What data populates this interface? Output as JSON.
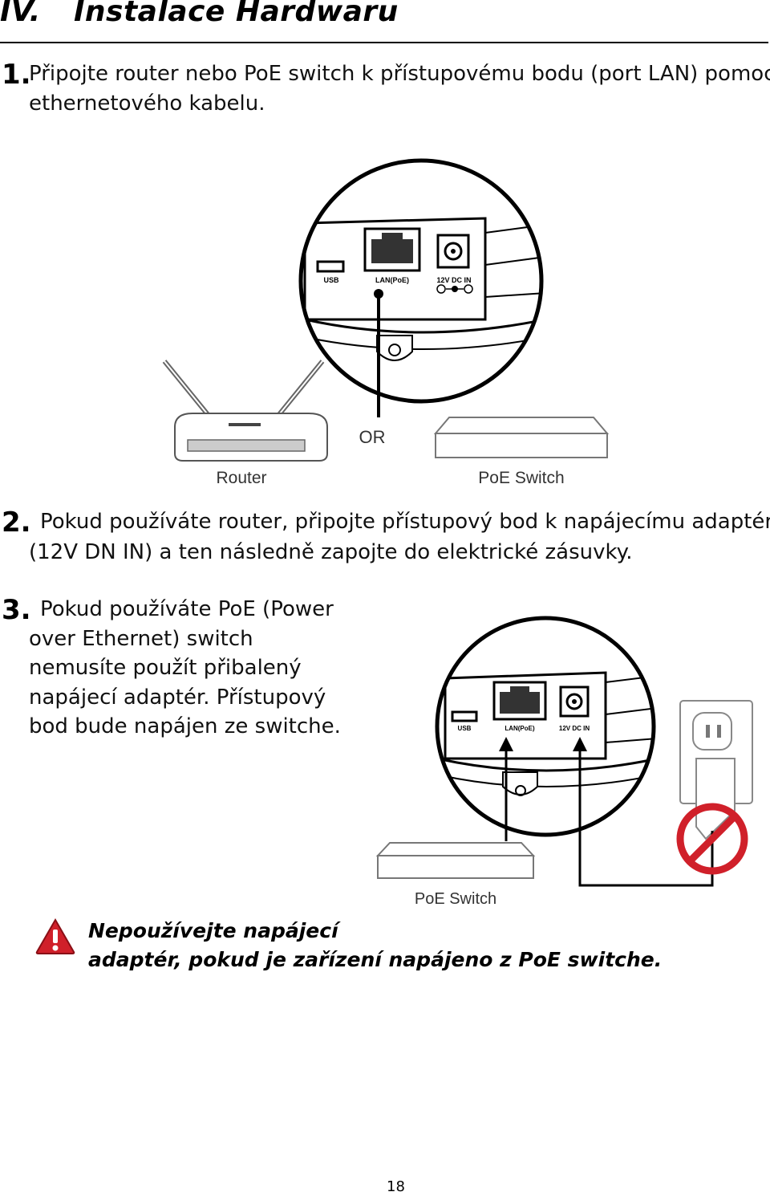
{
  "section": {
    "number": "IV.",
    "title": "Instalace Hardwaru"
  },
  "steps": [
    {
      "number": "1.",
      "lines": [
        "Připojte router nebo PoE switch k přístupovému bodu (port LAN) pomocí",
        "ethernetového kabelu."
      ]
    },
    {
      "number": "2.",
      "lines": [
        "Pokud používáte router, připojte přístupový bod k napájecímu adaptéru",
        "(12V DN IN) a ten následně zapojte do elektrické zásuvky."
      ]
    },
    {
      "number": "3.",
      "lines": [
        "Pokud používáte PoE (Power",
        "over Ethernet) switch",
        "nemusíte použít přibalený",
        "napájecí adaptér. Přístupový",
        "bod bude napájen ze switche."
      ]
    }
  ],
  "figure1": {
    "port_labels": {
      "usb": "USB",
      "lan": "LAN(PoE)",
      "dc": "12V DC IN"
    },
    "or_label": "OR",
    "router_label": "Router",
    "switch_label": "PoE Switch"
  },
  "figure2": {
    "port_labels": {
      "usb": "USB",
      "lan": "LAN(PoE)",
      "dc": "12V DC IN"
    },
    "switch_label": "PoE Switch"
  },
  "warning": {
    "lines": [
      "Nepoužívejte napájecí",
      "adaptér, pokud je zařízení napájeno z PoE switche."
    ]
  },
  "page_number": "18",
  "colors": {
    "warning_red": "#d0202a",
    "line": "#000000"
  }
}
